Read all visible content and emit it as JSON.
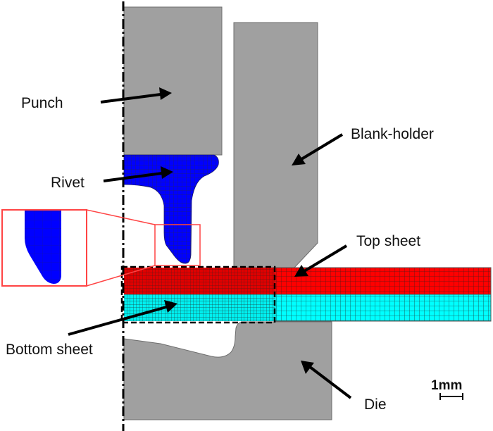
{
  "figure": {
    "description": "Self-pierce riveting FE model cross-section",
    "colors": {
      "tool": "#a0a0a0",
      "rivet": "#0000ff",
      "top_sheet": "#ff0000",
      "bottom_sheet": "#00ffff",
      "mesh_line": "#333333",
      "inset_frame": "#ff4444",
      "axis": "#000000"
    }
  },
  "labels": {
    "punch": "Punch",
    "rivet": "Rivet",
    "blank_holder": "Blank-holder",
    "top_sheet": "Top sheet",
    "bottom_sheet": "Bottom sheet",
    "die": "Die"
  },
  "scale_bar": {
    "label": "1mm"
  }
}
